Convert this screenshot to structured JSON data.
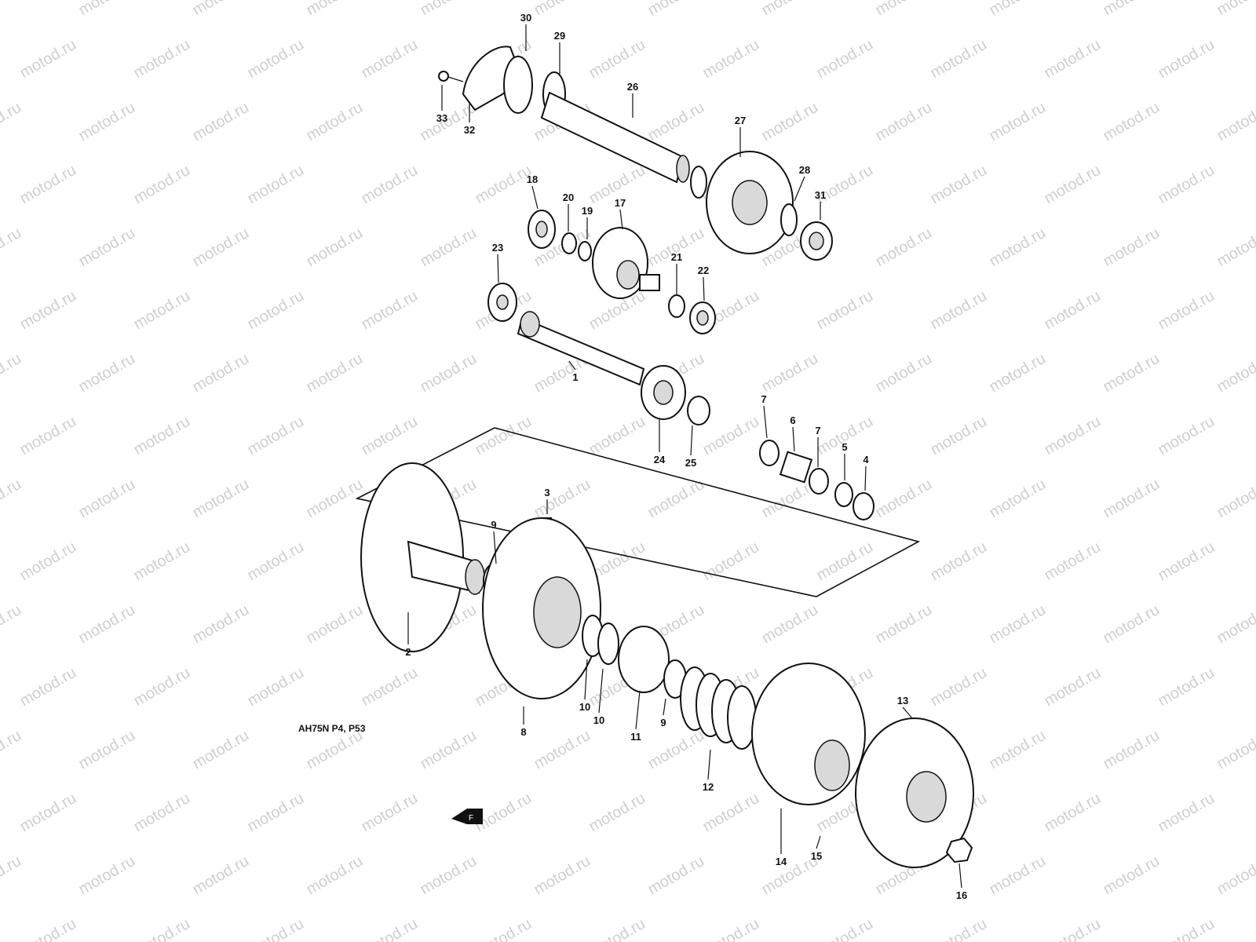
{
  "diagram": {
    "model_label": "AH75N P4, P53",
    "watermark_text": "motod.ru",
    "direction_badge": "F",
    "callouts": [
      "1",
      "2",
      "3",
      "4",
      "5",
      "6",
      "7",
      "7",
      "8",
      "9",
      "9",
      "10",
      "10",
      "11",
      "12",
      "13",
      "14",
      "15",
      "16",
      "17",
      "18",
      "19",
      "20",
      "21",
      "22",
      "23",
      "24",
      "25",
      "26",
      "27",
      "28",
      "29",
      "30",
      "31",
      "32",
      "33"
    ]
  }
}
